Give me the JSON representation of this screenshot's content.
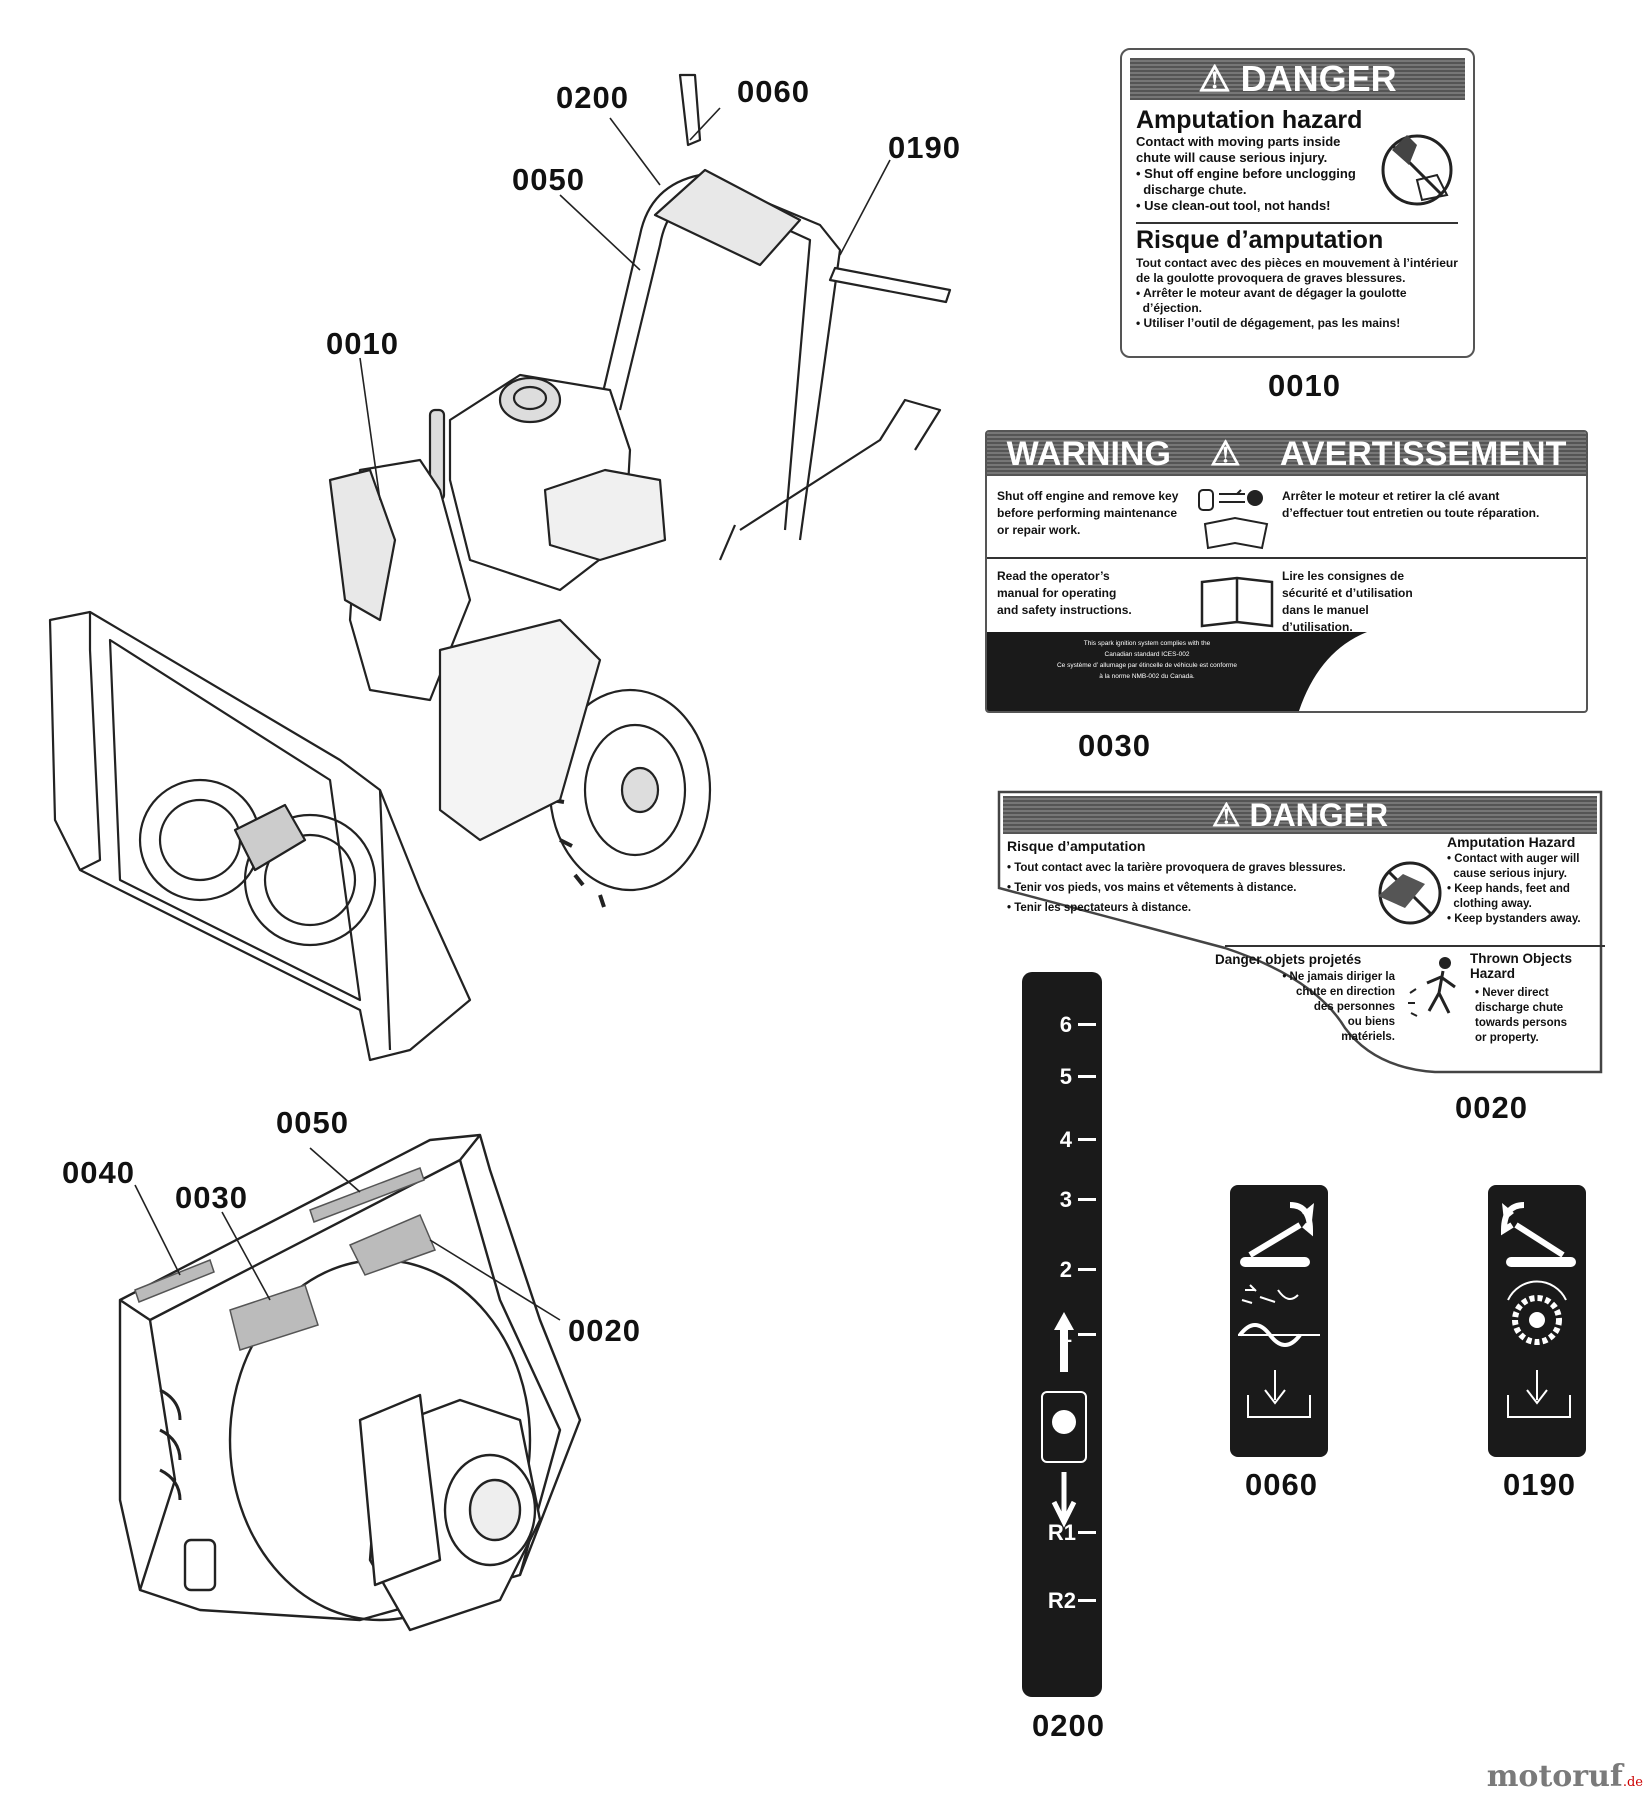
{
  "callouts": {
    "c0200": "0200",
    "c0060": "0060",
    "c0050": "0050",
    "c0190": "0190",
    "c0010": "0010",
    "b0050": "0050",
    "b0040": "0040",
    "b0030": "0030",
    "b0020": "0020"
  },
  "labels": {
    "danger1": {
      "number": "0010",
      "header": "DANGER",
      "en_title": "Amputation hazard",
      "en_lines": [
        "Contact with moving parts inside",
        "chute will cause serious injury.",
        "• Shut off engine before unclogging",
        "  discharge chute.",
        "• Use clean-out tool, not hands!"
      ],
      "fr_title": "Risque d’amputation",
      "fr_lines": [
        "Tout contact avec des pièces en mouvement à l’intérieur",
        "de la goulotte provoquera de graves blessures.",
        "• Arrêter le moteur avant de dégager la goulotte",
        "  d’éjection.",
        "• Utiliser l’outil de dégagement, pas les mains!"
      ]
    },
    "warning": {
      "number": "0030",
      "header_en": "WARNING",
      "header_fr": "AVERTISSEMENT",
      "row1_en": [
        "Shut off engine and remove key",
        "before performing maintenance",
        "or repair work."
      ],
      "row1_fr": [
        "Arrêter le moteur et retirer la clé avant",
        "d’effectuer tout entretien ou toute réparation."
      ],
      "row2_en": [
        "Read the operator’s",
        "manual for operating",
        "and safety instructions."
      ],
      "row2_fr": [
        "Lire les consignes de",
        "sécurité et d’utilisation",
        "dans le manuel",
        "d’utilisation."
      ],
      "footer": [
        "This spark ignition system complies with the",
        "Canadian standard ICES-002",
        "Ce système d’ allumage par étincelle de véhicule est conforme",
        "à la norme NMB-002 du Canada."
      ]
    },
    "danger2": {
      "number": "0020",
      "header": "DANGER",
      "fr_title": "Risque d’amputation",
      "fr_lines": [
        "• Tout contact avec la tarière provoquera de graves blessures.",
        "• Tenir vos pieds, vos mains et vêtements à distance.",
        "• Tenir les spectateurs à distance."
      ],
      "en_title": "Amputation Hazard",
      "en_lines": [
        "• Contact with auger will",
        "  cause serious injury.",
        "• Keep hands, feet and",
        "  clothing away.",
        "• Keep bystanders away."
      ],
      "fr2_title": "Danger objets projetés",
      "fr2_lines": [
        "• Ne jamais diriger la",
        "chute en direction",
        "des personnes",
        "ou biens",
        "matériels."
      ],
      "en2_title": "Thrown Objects Hazard",
      "en2_lines": [
        "• Never direct",
        "discharge chute",
        "towards persons",
        "or property."
      ]
    },
    "speed": {
      "number": "0200",
      "marks": [
        "6",
        "5",
        "4",
        "3",
        "2",
        "1",
        "R1",
        "R2"
      ]
    },
    "auger": {
      "number": "0060"
    },
    "drive": {
      "number": "0190"
    }
  },
  "watermark": {
    "brand": "motoruf",
    "tld": ".de"
  }
}
